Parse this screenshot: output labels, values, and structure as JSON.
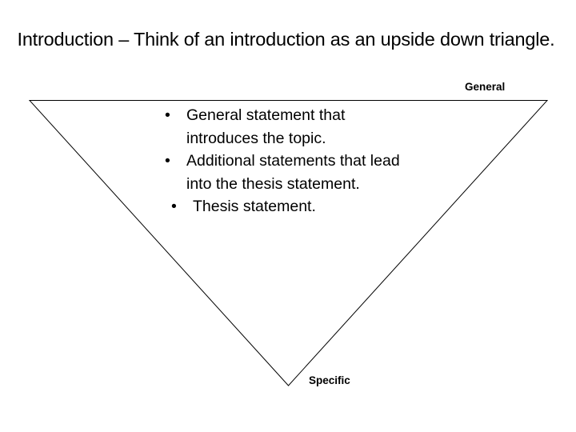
{
  "slide": {
    "background_color": "#ffffff",
    "text_color": "#000000",
    "title": "Introduction – Think of an introduction as an upside down triangle."
  },
  "diagram": {
    "shape": "inverted-triangle",
    "outline_color": "#000000",
    "fill": "none",
    "top_label": "General",
    "bottom_label": "Specific"
  },
  "bullets": [
    {
      "marker": "•",
      "text": "General statement that introduces the topic.",
      "indented": false
    },
    {
      "marker": "•",
      "text": "Additional statements that lead into the thesis statement.",
      "indented": false
    },
    {
      "marker": "•",
      "text": "Thesis statement.",
      "indented": true
    }
  ]
}
